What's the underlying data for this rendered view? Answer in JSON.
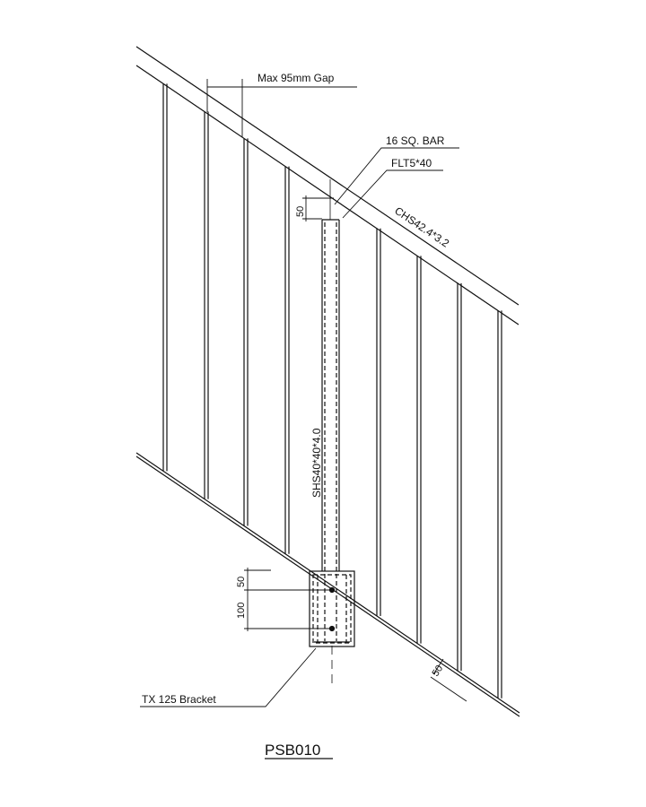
{
  "drawing": {
    "title": "PSB010",
    "labels": {
      "gap": "Max 95mm  Gap",
      "bar": "16 SQ. BAR",
      "flat": "FLT5*40",
      "rail": "CHS42.4*3.2",
      "post": "SHS40*40*4.0",
      "bracket": "TX 125 Bracket"
    },
    "dimensions": {
      "top_offset": "50",
      "bracket_top": "50",
      "bracket_spacing": "100",
      "ground_offset": "50"
    }
  }
}
